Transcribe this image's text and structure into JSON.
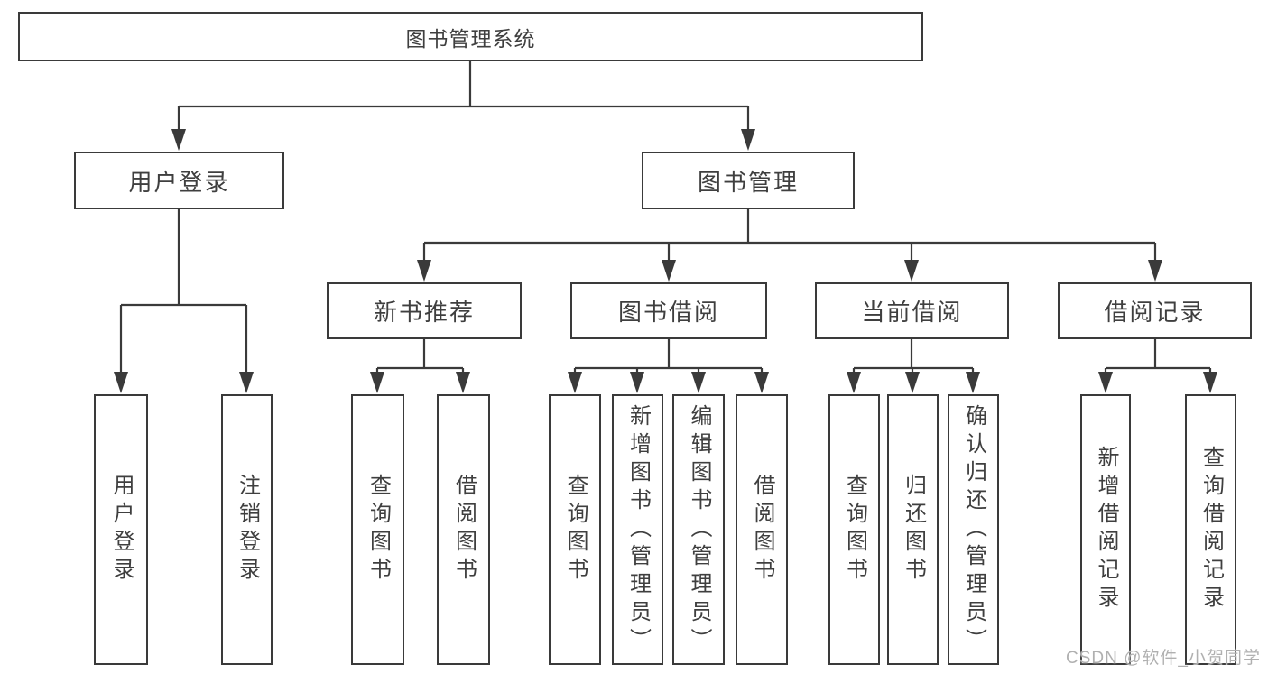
{
  "diagram": {
    "title": "图书管理系统",
    "branches": {
      "user_login": "用户登录",
      "book_management": "图书管理"
    },
    "modules": {
      "new_book_recommend": "新书推荐",
      "book_borrowing": "图书借阅",
      "current_borrowing": "当前借阅",
      "borrowing_records": "借阅记录"
    },
    "functions": {
      "user_login": "用户登录",
      "logout": "注销登录",
      "recommend_query_books": "查询图书",
      "recommend_borrow_books": "借阅图书",
      "borrowing_query_books": "查询图书",
      "borrowing_add_books_admin": "新增图书（管理员）",
      "borrowing_edit_books_admin": "编辑图书（管理员）",
      "borrowing_borrow_books": "借阅图书",
      "current_query_books": "查询图书",
      "current_return_books": "归还图书",
      "current_confirm_return_admin": "确认归还（管理员）",
      "records_add_borrow_record": "新增借阅记录",
      "records_query_borrow_record": "查询借阅记录"
    }
  },
  "watermark": {
    "text": "CSDN @软件_小贺同学"
  },
  "colors": {
    "line": "#3a3a3a",
    "text": "#3f3f3f",
    "watermark": "#b0b0b0",
    "background": "#ffffff"
  }
}
